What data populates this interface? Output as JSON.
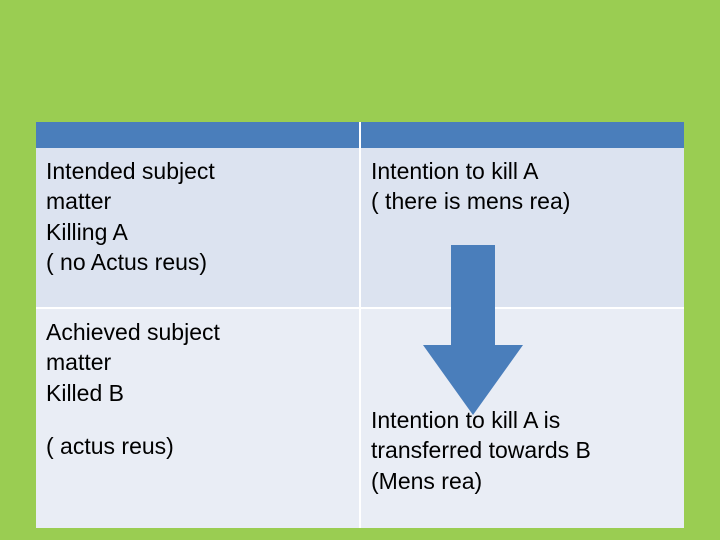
{
  "slide": {
    "background_color": "#9ACD52",
    "table": {
      "header": {
        "fill_color": "#4A7EBB",
        "cells": [
          "",
          ""
        ]
      },
      "rows": [
        {
          "fill_color": "#DCE3F0",
          "cells": [
            {
              "lines": [
                "Intended subject",
                "matter",
                "Killing A",
                "( no Actus reus)"
              ]
            },
            {
              "lines": [
                "Intention to kill A",
                "( there is mens rea)"
              ]
            }
          ]
        },
        {
          "fill_color": "#E9EDF5",
          "cells": [
            {
              "lines": [
                "Achieved subject",
                "matter",
                "Killed B",
                "",
                "( actus reus)"
              ]
            },
            {
              "lines": [
                "Intention to kill A is",
                "transferred towards B",
                "(Mens rea)"
              ]
            }
          ]
        }
      ]
    },
    "arrow": {
      "name": "down-arrow-shape",
      "color": "#4A7EBB"
    }
  }
}
